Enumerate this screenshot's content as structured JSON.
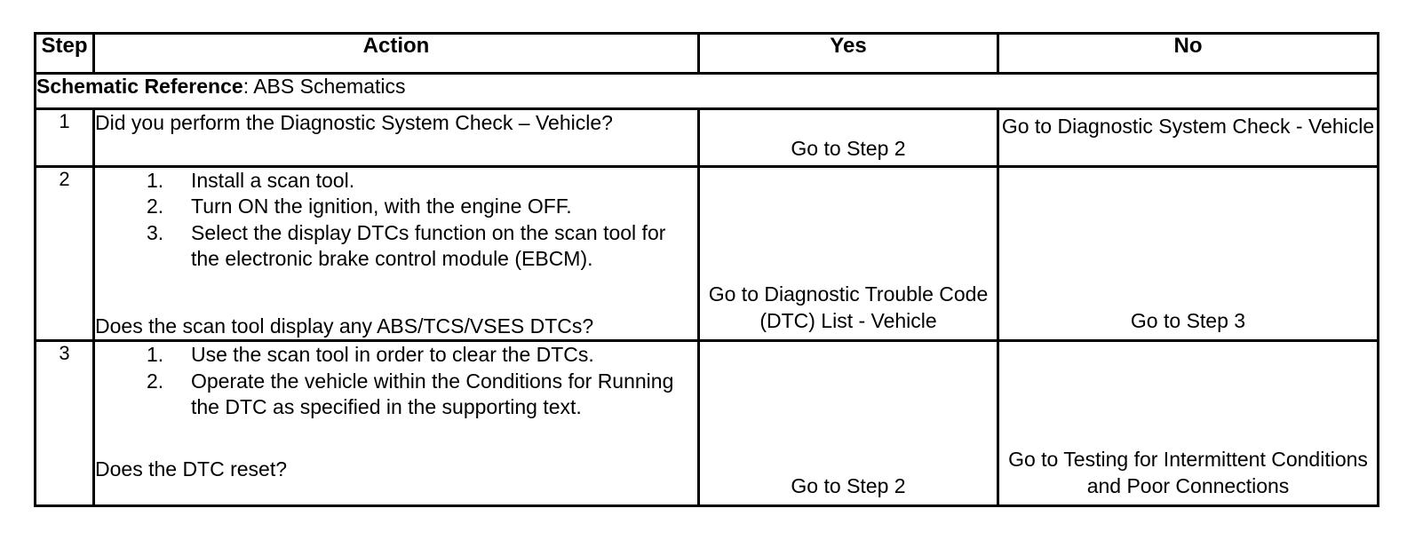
{
  "table": {
    "headers": {
      "step": "Step",
      "action": "Action",
      "yes": "Yes",
      "no": "No"
    },
    "schematic_reference": {
      "label": "Schematic Reference",
      "value": ": ABS Schematics"
    },
    "rows": [
      {
        "step": "1",
        "action_question": "Did you perform the Diagnostic System Check – Vehicle?",
        "action_items": [],
        "yes": "Go to Step 2",
        "no": "Go to Diagnostic System Check - Vehicle"
      },
      {
        "step": "2",
        "action_items": [
          {
            "num": "1.",
            "text": "Install a scan tool."
          },
          {
            "num": "2.",
            "text": "Turn ON the ignition, with the engine OFF."
          },
          {
            "num": "3.",
            "text": "Select the display DTCs function on the scan tool for the electronic brake control module (EBCM)."
          }
        ],
        "action_question": "Does the scan tool display any ABS/TCS/VSES DTCs?",
        "yes": "Go to Diagnostic Trouble Code (DTC) List - Vehicle",
        "no": "Go to Step 3"
      },
      {
        "step": "3",
        "action_items": [
          {
            "num": "1.",
            "text": "Use the scan tool in order to clear the DTCs."
          },
          {
            "num": "2.",
            "text": "Operate the vehicle within the Conditions for Running the DTC as specified in the supporting text."
          }
        ],
        "action_question": "Does the DTC reset?",
        "yes": "Go to Step 2",
        "no": "Go to Testing for Intermittent Conditions and Poor Connections"
      }
    ]
  },
  "colors": {
    "border": "#000000",
    "text": "#000000",
    "background": "#ffffff"
  }
}
